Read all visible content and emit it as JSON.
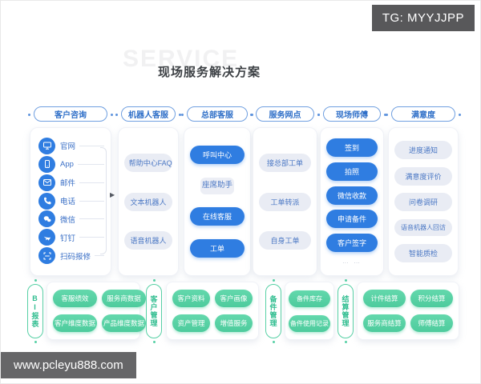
{
  "badges": {
    "tg": "TG: MYYJJPP",
    "site": "www.pcleyu888.com"
  },
  "header": {
    "watermark": "SERVICE",
    "title": "现场服务解决方案"
  },
  "colors": {
    "blue": "#2f7de1",
    "header_border_blue": "#6f9fe0",
    "green": "#57d0a5",
    "gray_pill_bg": "#e9ecf4",
    "gray_pill_text": "#4a77c4"
  },
  "columns": [
    {
      "header": "客户咨询",
      "items": [
        {
          "label": "官网",
          "icon": "website-icon"
        },
        {
          "label": "App",
          "icon": "app-icon"
        },
        {
          "label": "邮件",
          "icon": "mail-icon"
        },
        {
          "label": "电话",
          "icon": "phone-icon"
        },
        {
          "label": "微信",
          "icon": "wechat-icon"
        },
        {
          "label": "钉钉",
          "icon": "dingtalk-icon"
        },
        {
          "label": "扫码报修",
          "icon": "qr-scan-icon"
        }
      ]
    },
    {
      "header": "机器人客服",
      "items": [
        {
          "label": "帮助中心FAQ"
        },
        {
          "label": "文本机器人"
        },
        {
          "label": "语音机器人"
        }
      ]
    },
    {
      "header": "总部客服",
      "items": [
        {
          "label": "呼叫中心"
        },
        {
          "label": "座席助手"
        },
        {
          "label": "在线客服"
        },
        {
          "label": "工单"
        }
      ]
    },
    {
      "header": "服务网点",
      "items": [
        {
          "label": "接总部工单"
        },
        {
          "label": "工单转派"
        },
        {
          "label": "自身工单"
        }
      ]
    },
    {
      "header": "现场师傅",
      "items": [
        {
          "label": "签到"
        },
        {
          "label": "拍照"
        },
        {
          "label": "微信收款"
        },
        {
          "label": "申请备件"
        },
        {
          "label": "客户签字"
        },
        {
          "label": "… …"
        }
      ]
    },
    {
      "header": "满意度",
      "items": [
        {
          "label": "进度通知"
        },
        {
          "label": "满意度评价"
        },
        {
          "label": "问卷调研"
        },
        {
          "label": "语音机器人回访"
        },
        {
          "label": "智能质检"
        }
      ]
    }
  ],
  "bottom_groups": [
    {
      "label": "BI报表",
      "items": [
        "客服绩效",
        "服务商数据",
        "客户维度数据",
        "产品维度数据"
      ]
    },
    {
      "label": "客户管理",
      "items": [
        "客户资料",
        "客户画像",
        "资产管理",
        "增值服务"
      ]
    },
    {
      "label": "备件管理",
      "items": [
        "备件库存",
        "备件使用记录"
      ]
    },
    {
      "label": "结算管理",
      "items": [
        "计件结算",
        "积分结算",
        "服务商结算",
        "师傅结算"
      ]
    }
  ]
}
